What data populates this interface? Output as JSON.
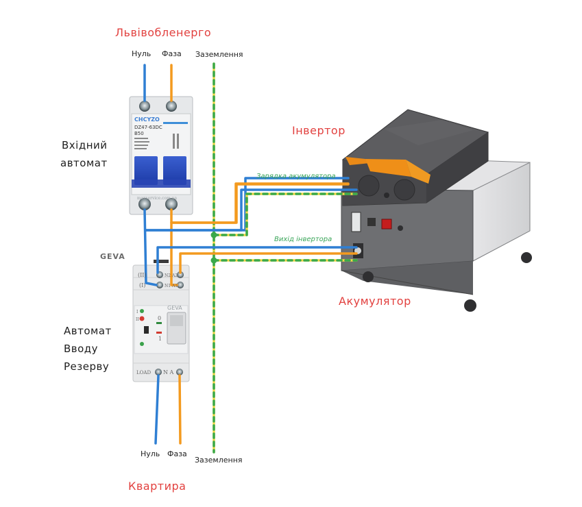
{
  "title_top": "Львівобленерго",
  "title_bottom": "Квартира",
  "top_wire_labels": {
    "neutral": "Нуль",
    "phase": "Фаза",
    "ground": "Заземлення"
  },
  "bottom_wire_labels": {
    "neutral": "Нуль",
    "phase": "Фаза",
    "ground": "Заземлення"
  },
  "input_breaker": {
    "label_line1": "Вхідний",
    "label_line2": "автомат",
    "brand": "CHCYZO",
    "model": "DZ47-63DC",
    "rating": "B50",
    "watermark": "maxservice.com.ua"
  },
  "ats": {
    "label_line1": "Автомат",
    "label_line2": "Вводу",
    "label_line3": "Резерву",
    "brand": "GEVA",
    "device_brand": "GEVA",
    "input2_left": "(II)",
    "input2_terms": "N2  A2",
    "input1_left": "(I)",
    "input1_terms": "N1  A1",
    "pos_zero": "0",
    "pos_one": "1",
    "ind_one": "I",
    "ind_two": "II",
    "load_label": "LOAD",
    "load_terms": "N   A"
  },
  "inverter": {
    "label": "Інвертор"
  },
  "battery": {
    "label": "Акумулятор"
  },
  "wire_groups": {
    "charging": "Зарядка акумулятора",
    "output": "Вихід інвертора"
  },
  "colors": {
    "neutral": "#2f7fd3",
    "phase": "#f39a1f",
    "ground_a": "#f6d84a",
    "ground_b": "#3aa94a",
    "title_red": "#e2413f",
    "annotation_green": "#3aa559",
    "inverter_body": "#4a4a4c",
    "inverter_trim": "#ea8a17",
    "cabinet": "#d9d9db"
  }
}
